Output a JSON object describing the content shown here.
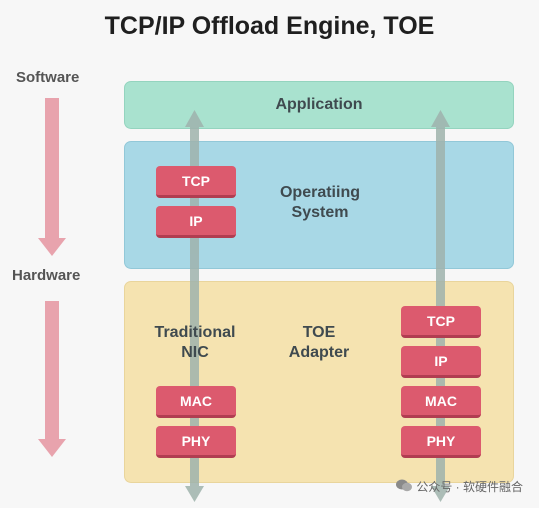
{
  "title": "TCP/IP Offload Engine, TOE",
  "side": {
    "software": "Software",
    "hardware": "Hardware"
  },
  "layers": {
    "application": "Application",
    "os_line1": "Operatiing",
    "os_line2": "System",
    "traditional_line1": "Traditional",
    "traditional_line2": "NIC",
    "toe_line1": "TOE",
    "toe_line2": "Adapter"
  },
  "stack_left": {
    "tcp": "TCP",
    "ip": "IP",
    "mac": "MAC",
    "phy": "PHY"
  },
  "stack_right": {
    "tcp": "TCP",
    "ip": "IP",
    "mac": "MAC",
    "phy": "PHY"
  },
  "watermark": {
    "text": "公众号 · 软硬件融合",
    "icon": "wechat-icon"
  },
  "colors": {
    "application": "#a9e2cf",
    "os": "#a8d8e6",
    "hardware": "#f5e3b0",
    "box": "#dc5a6e",
    "arrow_side": "#e8a3ad",
    "arrow_flow": "#9fb3ad"
  }
}
